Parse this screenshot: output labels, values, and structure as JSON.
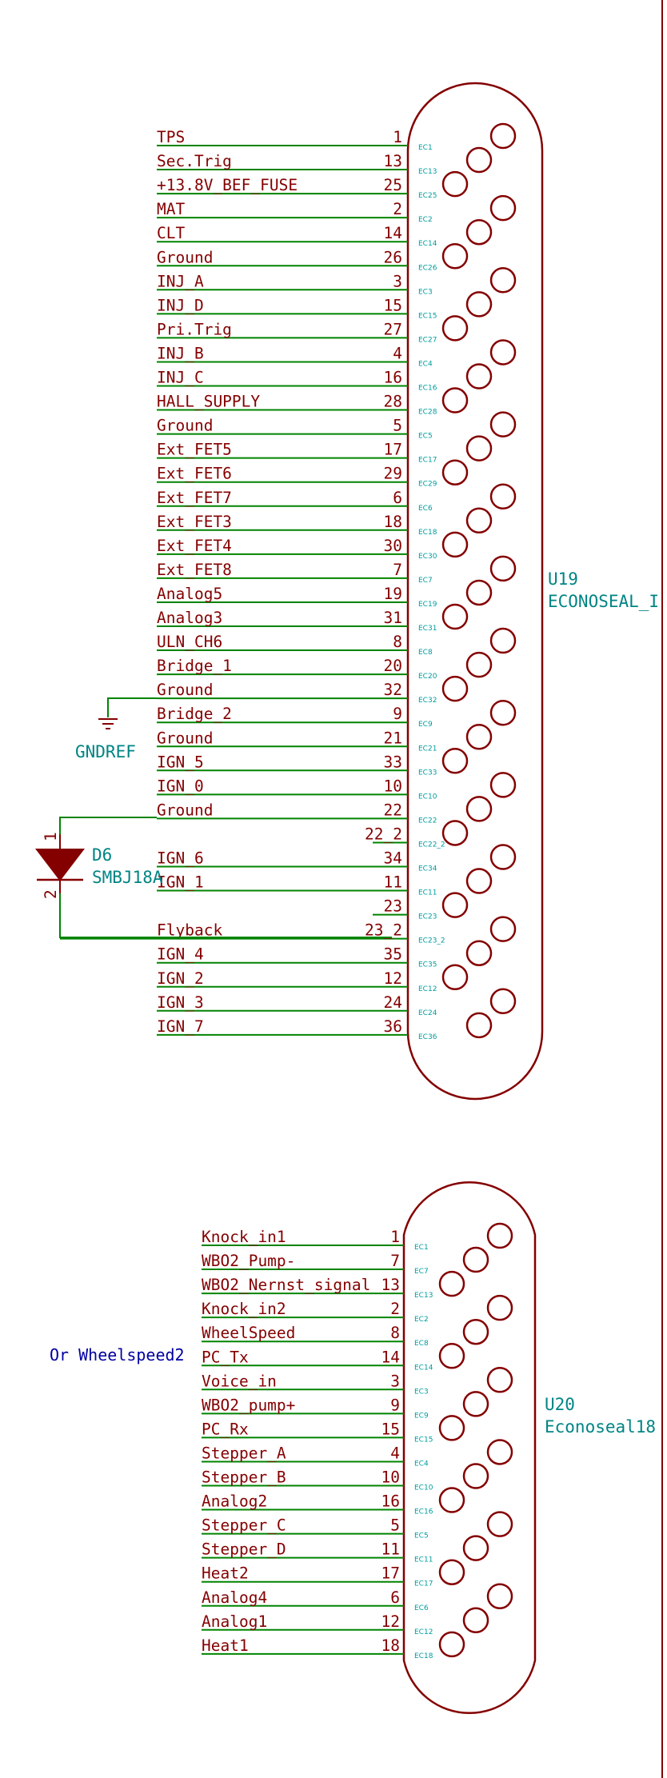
{
  "colors": {
    "wire": "#008400",
    "component": "#840000",
    "reference": "#008484",
    "pad_label": "#009c9c",
    "note": "#0000a0"
  },
  "connectors": [
    {
      "reference": "U19",
      "value": "ECONOSEAL_I",
      "pins": [
        {
          "net": "TPS",
          "num": "1",
          "pad": "EC1"
        },
        {
          "net": "Sec.Trig",
          "num": "13",
          "pad": "EC13"
        },
        {
          "net": "+13.8V_BEF_FUSE",
          "num": "25",
          "pad": "EC25"
        },
        {
          "net": "MAT",
          "num": "2",
          "pad": "EC2"
        },
        {
          "net": "CLT",
          "num": "14",
          "pad": "EC14"
        },
        {
          "net": "Ground",
          "num": "26",
          "pad": "EC26"
        },
        {
          "net": "INJ_A",
          "num": "3",
          "pad": "EC3"
        },
        {
          "net": "INJ_D",
          "num": "15",
          "pad": "EC15"
        },
        {
          "net": "Pri.Trig",
          "num": "27",
          "pad": "EC27"
        },
        {
          "net": "INJ_B",
          "num": "4",
          "pad": "EC4"
        },
        {
          "net": "INJ_C",
          "num": "16",
          "pad": "EC16"
        },
        {
          "net": "HALL_SUPPLY",
          "num": "28",
          "pad": "EC28"
        },
        {
          "net": "Ground",
          "num": "5",
          "pad": "EC5"
        },
        {
          "net": "Ext_FET5",
          "num": "17",
          "pad": "EC17"
        },
        {
          "net": "Ext_FET6",
          "num": "29",
          "pad": "EC29"
        },
        {
          "net": "Ext_FET7",
          "num": "6",
          "pad": "EC6"
        },
        {
          "net": "Ext_FET3",
          "num": "18",
          "pad": "EC18"
        },
        {
          "net": "Ext_FET4",
          "num": "30",
          "pad": "EC30"
        },
        {
          "net": "Ext_FET8",
          "num": "7",
          "pad": "EC7"
        },
        {
          "net": "Analog5",
          "num": "19",
          "pad": "EC19"
        },
        {
          "net": "Analog3",
          "num": "31",
          "pad": "EC31"
        },
        {
          "net": "ULN_CH6",
          "num": "8",
          "pad": "EC8"
        },
        {
          "net": "Bridge_1",
          "num": "20",
          "pad": "EC20"
        },
        {
          "net": "Ground",
          "num": "32",
          "pad": "EC32"
        },
        {
          "net": "Bridge_2",
          "num": "9",
          "pad": "EC9"
        },
        {
          "net": "Ground",
          "num": "21",
          "pad": "EC21"
        },
        {
          "net": "IGN_5",
          "num": "33",
          "pad": "EC33"
        },
        {
          "net": "IGN_0",
          "num": "10",
          "pad": "EC10"
        },
        {
          "net": "Ground",
          "num": "22",
          "pad": "EC22"
        },
        {
          "net": "",
          "num": "22_2",
          "pad": "EC22_2"
        },
        {
          "net": "IGN_6",
          "num": "34",
          "pad": "EC34"
        },
        {
          "net": "IGN_1",
          "num": "11",
          "pad": "EC11"
        },
        {
          "net": "",
          "num": "23",
          "pad": "EC23"
        },
        {
          "net": "Flyback",
          "num": "23_2",
          "pad": "EC23_2"
        },
        {
          "net": "IGN_4",
          "num": "35",
          "pad": "EC35"
        },
        {
          "net": "IGN_2",
          "num": "12",
          "pad": "EC12"
        },
        {
          "net": "IGN_3",
          "num": "24",
          "pad": "EC24"
        },
        {
          "net": "IGN_7",
          "num": "36",
          "pad": "EC36"
        }
      ]
    },
    {
      "reference": "U20",
      "value": "Econoseal18",
      "pins": [
        {
          "net": "Knock_in1",
          "num": "1",
          "pad": "EC1"
        },
        {
          "net": "WBO2_Pump-",
          "num": "7",
          "pad": "EC7"
        },
        {
          "net": "WBO2_Nernst_signal",
          "num": "13",
          "pad": "EC13"
        },
        {
          "net": "Knock_in2",
          "num": "2",
          "pad": "EC2"
        },
        {
          "net": "WheelSpeed",
          "num": "8",
          "pad": "EC8"
        },
        {
          "net": "PC_Tx",
          "num": "14",
          "pad": "EC14"
        },
        {
          "net": "Voice_in",
          "num": "3",
          "pad": "EC3"
        },
        {
          "net": "WBO2_pump+",
          "num": "9",
          "pad": "EC9"
        },
        {
          "net": "PC_Rx",
          "num": "15",
          "pad": "EC15"
        },
        {
          "net": "Stepper_A",
          "num": "4",
          "pad": "EC4"
        },
        {
          "net": "Stepper_B",
          "num": "10",
          "pad": "EC10"
        },
        {
          "net": "Analog2",
          "num": "16",
          "pad": "EC16"
        },
        {
          "net": "Stepper_C",
          "num": "5",
          "pad": "EC5"
        },
        {
          "net": "Stepper_D",
          "num": "11",
          "pad": "EC11"
        },
        {
          "net": "Heat2",
          "num": "17",
          "pad": "EC17"
        },
        {
          "net": "Analog4",
          "num": "6",
          "pad": "EC6"
        },
        {
          "net": "Analog1",
          "num": "12",
          "pad": "EC12"
        },
        {
          "net": "Heat1",
          "num": "18",
          "pad": "EC18"
        }
      ]
    }
  ],
  "diode": {
    "reference": "D6",
    "value": "SMBJ18A",
    "pin_top": "1",
    "pin_bottom": "2"
  },
  "ground_symbol": {
    "label": "GNDREF"
  },
  "note": {
    "text": "Or Wheelspeed2"
  }
}
